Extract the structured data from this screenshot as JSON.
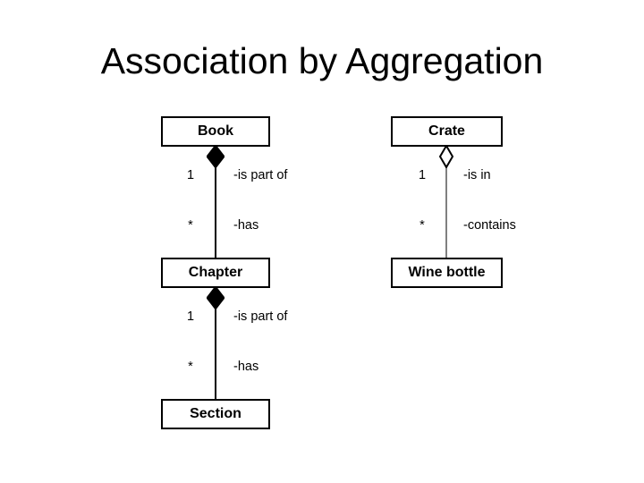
{
  "slide": {
    "title": "Association by Aggregation",
    "background_color": "#ffffff",
    "text_color": "#000000",
    "line_color_left": "#000000",
    "line_color_right": "#808080"
  },
  "diagram": {
    "type": "uml-class-diagram",
    "classes": [
      {
        "id": "book",
        "name": "Book"
      },
      {
        "id": "chapter",
        "name": "Chapter"
      },
      {
        "id": "section",
        "name": "Section"
      },
      {
        "id": "crate",
        "name": "Crate"
      },
      {
        "id": "wine_bottle",
        "name": "Wine bottle"
      }
    ],
    "associations": [
      {
        "id": "book-chapter",
        "from": "book",
        "to": "chapter",
        "kind": "composition",
        "diamond": "filled",
        "whole_multiplicity": "1",
        "whole_role": "-is part of",
        "part_multiplicity": "*",
        "part_role": "-has"
      },
      {
        "id": "chapter-section",
        "from": "chapter",
        "to": "section",
        "kind": "composition",
        "diamond": "filled",
        "whole_multiplicity": "1",
        "whole_role": "-is part of",
        "part_multiplicity": "*",
        "part_role": "-has"
      },
      {
        "id": "crate-winebottle",
        "from": "crate",
        "to": "wine_bottle",
        "kind": "aggregation",
        "diamond": "hollow",
        "whole_multiplicity": "1",
        "whole_role": "-is in",
        "part_multiplicity": "*",
        "part_role": "-contains"
      }
    ]
  }
}
